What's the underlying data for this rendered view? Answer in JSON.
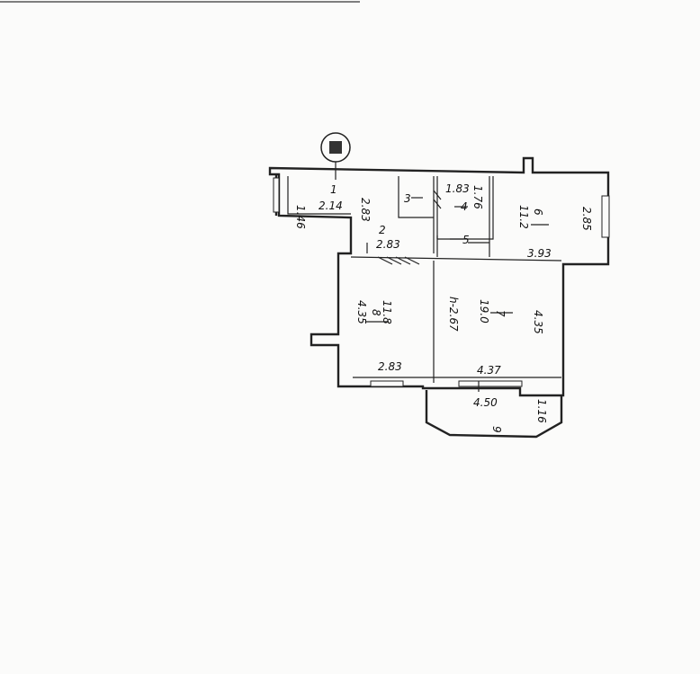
{
  "plan": {
    "marker": "1",
    "rooms": [
      {
        "id": "r1",
        "number": "1",
        "area": "2.14",
        "dim": "1.46"
      },
      {
        "id": "r2",
        "number": "2",
        "dims": [
          "2.83",
          "2.83"
        ]
      },
      {
        "id": "r3",
        "number": "3"
      },
      {
        "id": "r4",
        "number": "4",
        "dims": [
          "1.83",
          "1.76"
        ]
      },
      {
        "id": "r5",
        "number": "5"
      },
      {
        "id": "r6",
        "number": "6",
        "area": "11.2",
        "dims": [
          "2.85",
          "3.93"
        ]
      },
      {
        "id": "r7",
        "number": "7",
        "area": "19.0",
        "height": "h-2.67",
        "dims": [
          "4.35",
          "4.37"
        ]
      },
      {
        "id": "r8",
        "number": "8",
        "area": "11.8",
        "dims": [
          "4.35",
          "2.83"
        ]
      },
      {
        "id": "r9",
        "number": "9",
        "dims": [
          "4.50",
          "1.16"
        ]
      }
    ]
  }
}
